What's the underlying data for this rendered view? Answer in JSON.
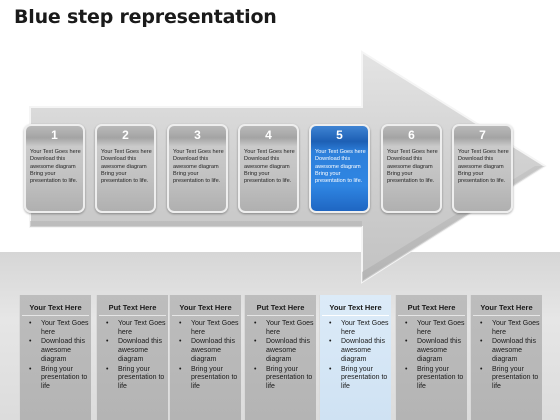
{
  "title": "Blue step representation",
  "colors": {
    "active_blue": "#2f86e3",
    "active_column": "#d4e6f6",
    "card_gray": "#c2c2c2",
    "arrow_gray": "#d3d3d3"
  },
  "steps": [
    {
      "number": "1",
      "text": "Your Text Goes here\nDownload this awesome diagram\nBring your presentation to life.",
      "active": false
    },
    {
      "number": "2",
      "text": "Your Text Goes here\nDownload this awesome diagram\nBring your presentation to life.",
      "active": false
    },
    {
      "number": "3",
      "text": "Your Text Goes here\nDownload this awesome diagram\nBring your presentation to life.",
      "active": false
    },
    {
      "number": "4",
      "text": "Your Text Goes here\nDownload this awesome diagram\nBring your presentation to life.",
      "active": false
    },
    {
      "number": "5",
      "text": "Your Text Goes here\nDownload this awesome diagram\nBring your presentation to life.",
      "active": true
    },
    {
      "number": "6",
      "text": "Your Text Goes here\nDownload this awesome diagram\nBring your presentation to life.",
      "active": false
    },
    {
      "number": "7",
      "text": "Your Text Goes here\nDownload this awesome diagram\nBring your presentation to life.",
      "active": false
    }
  ],
  "columns": [
    {
      "header": "Your Text Here",
      "active": false,
      "bullets": [
        "Your Text Goes here",
        "Download this awesome diagram",
        "Bring your presentation to life"
      ]
    },
    {
      "header": "Put Text Here",
      "active": false,
      "bullets": [
        "Your Text Goes here",
        "Download this awesome diagram",
        "Bring your presentation to life"
      ]
    },
    {
      "header": "Your Text Here",
      "active": false,
      "bullets": [
        "Your Text Goes here",
        "Download this awesome diagram",
        "Bring your presentation to life"
      ]
    },
    {
      "header": "Put Text Here",
      "active": false,
      "bullets": [
        "Your Text Goes here",
        "Download this awesome diagram",
        "Bring your presentation to life"
      ]
    },
    {
      "header": "Your Text Here",
      "active": true,
      "bullets": [
        "Your Text Goes here",
        "Download this awesome diagram",
        "Bring your presentation to life"
      ]
    },
    {
      "header": "Put Text Here",
      "active": false,
      "bullets": [
        "Your Text Goes here",
        "Download this awesome diagram",
        "Bring your presentation to life"
      ]
    },
    {
      "header": "Your Text Here",
      "active": false,
      "bullets": [
        "Your Text Goes here",
        "Download this awesome diagram",
        "Bring your presentation to life"
      ]
    }
  ]
}
